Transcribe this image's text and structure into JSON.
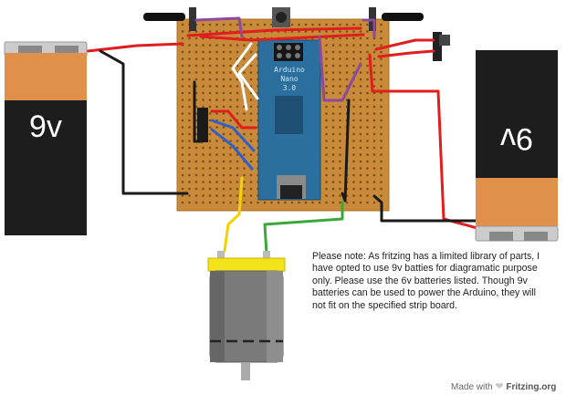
{
  "battery_left": {
    "label": "9v",
    "color_body": "#1d1d1d",
    "color_band": "#e0904a"
  },
  "battery_right": {
    "label": "9v",
    "color_body": "#1d1d1d",
    "color_band": "#e0904a"
  },
  "arduino": {
    "line1": "Arduino",
    "line2": "Nano",
    "line3": "3.0",
    "color": "#2b6f9f"
  },
  "stripboard": {
    "color": "#c98a3a"
  },
  "motor": {
    "cap_color": "#f2e31b",
    "body_color": "#7a7a7a"
  },
  "note": "Please note: As fritzing has a limited library of parts, I have opted to use 9v batties for diagramatic purpose only. Please use the 6v batteries listed. Though 9v batteries can be used to power the Arduino, they will not fit on the specified strip board.",
  "credit": {
    "made_with": "Made with",
    "brand": "Fritzing.org",
    "heart_icon": "heart-icon"
  },
  "wire_colors": {
    "red": "#e01e1e",
    "black": "#1a1a1a",
    "yellow": "#f2d200",
    "green": "#3aa83a",
    "white": "#ffffff",
    "blue": "#2f5fc8",
    "purple": "#8a4aa0"
  }
}
